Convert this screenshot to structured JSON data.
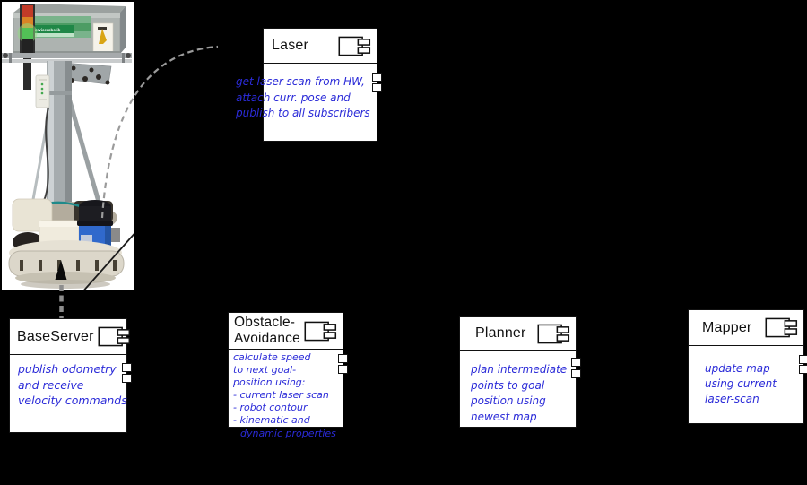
{
  "diagram": {
    "colors": {
      "background": "#000000",
      "box_fill": "#ffffff",
      "box_border": "#111111",
      "note_blue": "#2b2bd8",
      "dash_gray": "#999999"
    },
    "components": {
      "laser": {
        "title": "Laser",
        "note": "get laser-scan from HW,\nattach curr. pose and\npublish to all subscribers"
      },
      "base_server": {
        "title": "BaseServer",
        "note": "publish odometry\nand receive\nvelocity commands"
      },
      "obstacle_avoidance": {
        "title": "Obstacle-\nAvoidance",
        "note": "calculate speed\nto next goal-\nposition using:\n- current laser scan\n- robot contour\n- kinematic and",
        "note_overflow": "dynamic properties"
      },
      "planner": {
        "title": "Planner",
        "note": "plan intermediate\npoints to goal\nposition using\nnewest map"
      },
      "mapper": {
        "title": "Mapper",
        "note": "update map\nusing current\nlaser-scan"
      }
    },
    "robot_photo": {
      "sticker_label": "Servicerobotik"
    }
  }
}
